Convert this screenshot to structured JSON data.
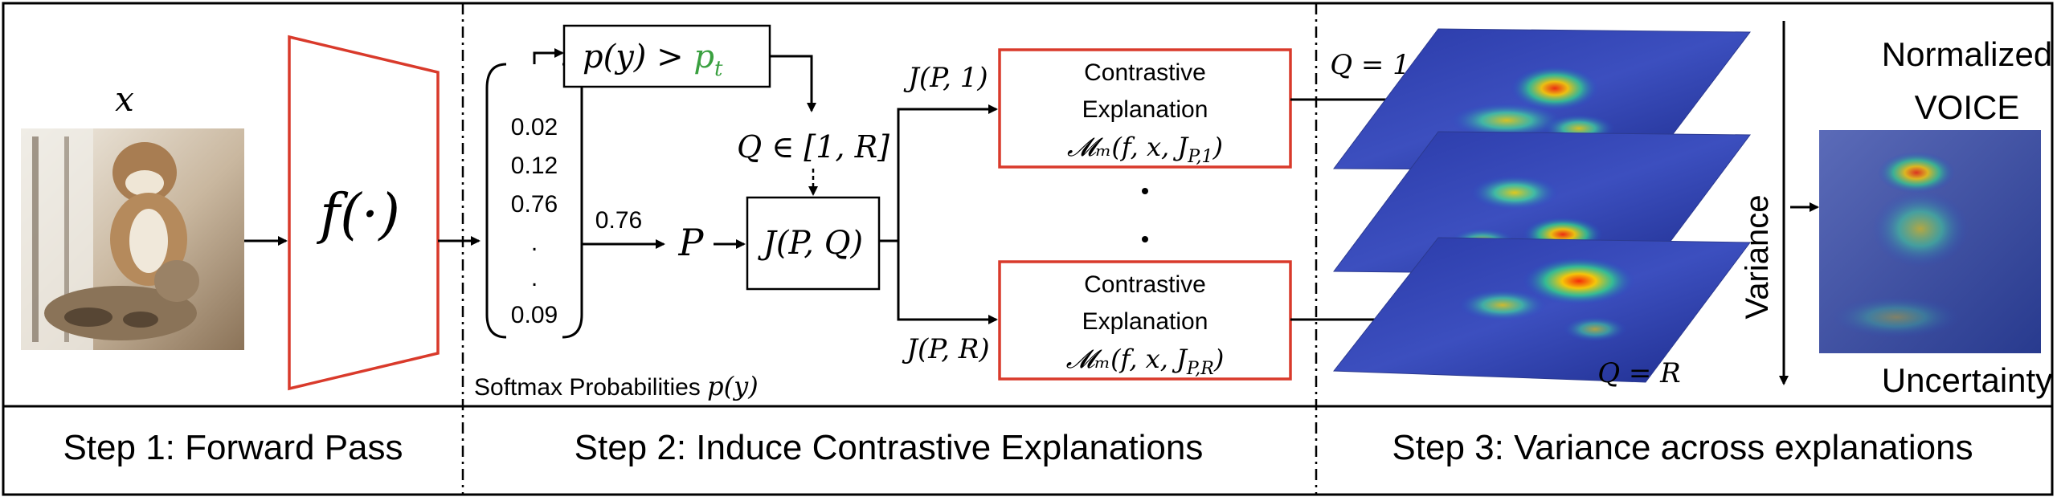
{
  "step1": {
    "input_label": "x",
    "model_label": "f(·)",
    "caption": "Step 1: Forward Pass"
  },
  "step2": {
    "threshold_lhs": "p(y) > ",
    "threshold_rhs": "p",
    "threshold_sub": "t",
    "q_range": "Q ∈ [1, R]",
    "softmax_values": [
      "0.02",
      "0.12",
      "0.76",
      ".",
      ".",
      "0.09"
    ],
    "selected_prob": "0.76",
    "p_label": "P",
    "j_box": "J(P, Q)",
    "branch_top": "J(P, 1)",
    "branch_bottom": "J(P, R)",
    "explanation_top": [
      "Contrastive",
      "Explanation",
      "𝓜ₘ(f, x, J",
      "P,1",
      ")"
    ],
    "explanation_bottom": [
      "Contrastive",
      "Explanation",
      "𝓜ₘ(f, x, J",
      "P,R",
      ")"
    ],
    "softmax_caption_text": "Softmax Probabilities ",
    "softmax_caption_math": "p(y)",
    "caption": "Step 2: Induce Contrastive Explanations"
  },
  "step3": {
    "q_top": "Q = 1",
    "q_bottom": "Q = R",
    "variance_label": "Variance",
    "output_title": [
      "Normalized",
      "VOICE"
    ],
    "output_footer": "Uncertainty",
    "caption": "Step 3: Variance across explanations"
  },
  "colors": {
    "accent_red": "#d93a2b",
    "threshold_green": "#3aa040",
    "heat_base": "#1b2a8a"
  }
}
